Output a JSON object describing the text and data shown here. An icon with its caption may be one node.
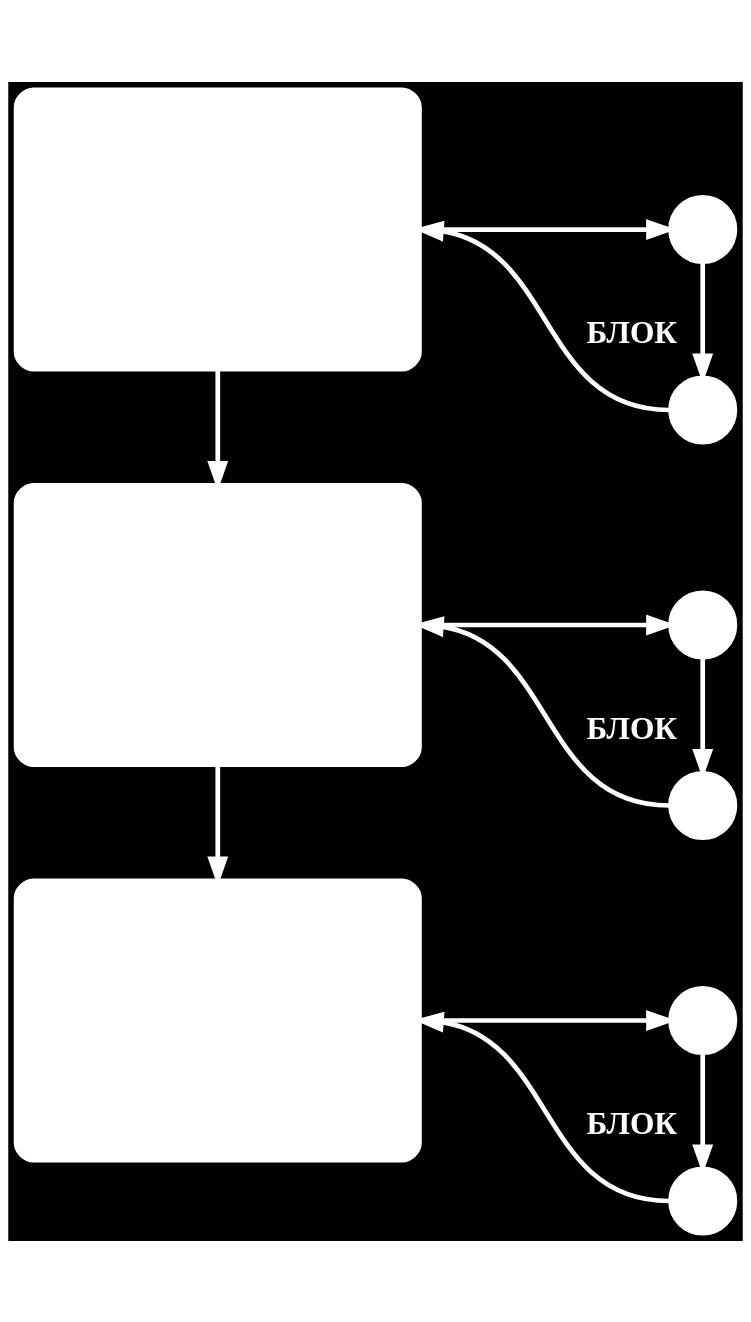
{
  "diagram": {
    "nodes": [
      {
        "text": [],
        "shape": "box"
      },
      {
        "text": [],
        "shape": "circle"
      },
      {
        "text": [],
        "shape": "circle"
      },
      {
        "text": [],
        "shape": "box"
      },
      {
        "text": [],
        "shape": "circle"
      },
      {
        "text": [],
        "shape": "circle"
      },
      {
        "text": [],
        "shape": "box"
      },
      {
        "text": [],
        "shape": "circle"
      },
      {
        "text": [],
        "shape": "circle"
      }
    ],
    "edges": [
      {
        "from": 0,
        "to": 1,
        "arrow": "to"
      },
      {
        "from": 1,
        "to": 2,
        "arrow": "to",
        "label": "БЛОК"
      },
      {
        "from": 2,
        "to": 0,
        "arrow": "to"
      },
      {
        "from": 0,
        "to": 3,
        "arrow": "to"
      },
      {
        "from": 3,
        "to": 4,
        "arrow": "to"
      },
      {
        "from": 4,
        "to": 5,
        "arrow": "to",
        "label": "БЛОК"
      },
      {
        "from": 5,
        "to": 3,
        "arrow": "to"
      },
      {
        "from": 3,
        "to": 6,
        "arrow": "to"
      },
      {
        "from": 6,
        "to": 7,
        "arrow": "to"
      },
      {
        "from": 7,
        "to": 8,
        "arrow": "to",
        "label": "БЛОК"
      },
      {
        "from": 8,
        "to": 6,
        "arrow": "to"
      }
    ]
  }
}
